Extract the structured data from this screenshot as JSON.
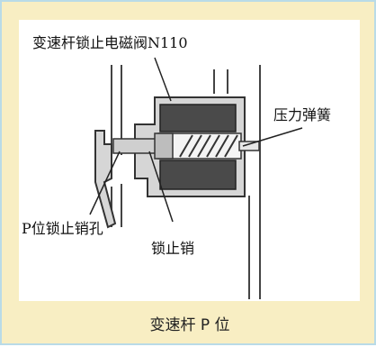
{
  "labels": {
    "solenoid": "变速杆锁止电磁阀N110",
    "spring": "压力弹簧",
    "p_hole": "P位锁止销孔",
    "pin": "锁止销"
  },
  "caption": "变速杆 P 位",
  "colors": {
    "frame_bg": "#f8eec3",
    "frame_border": "#b9dbe7",
    "panel_bg": "#ffffff",
    "housing": "#d6d6d6",
    "coil": "#4a4a4a",
    "line": "#222222"
  }
}
